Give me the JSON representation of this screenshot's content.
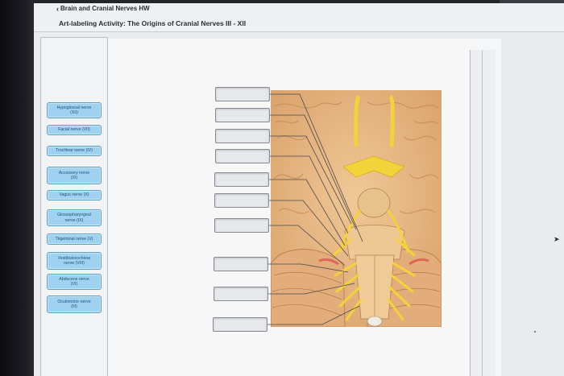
{
  "header": {
    "back_icon": "chevron-left-icon",
    "back_label": "Brain and Cranial Nerves HW",
    "title": "Art-labeling Activity: The Origins of Cranial Nerves III - XII"
  },
  "labels": [
    {
      "line1": "Hypoglossal nerve",
      "line2": "(XII)"
    },
    {
      "line1": "Facial nerve (VII)",
      "line2": ""
    },
    {
      "line1": "Trochlear nerve (IV)",
      "line2": ""
    },
    {
      "line1": "Accessory nerve",
      "line2": "(XI)"
    },
    {
      "line1": "Vagus nerve (X)",
      "line2": ""
    },
    {
      "line1": "Glossopharyngeal",
      "line2": "nerve (IX)"
    },
    {
      "line1": "Trigeminal nerve (V)",
      "line2": ""
    },
    {
      "line1": "Vestibulocochlear",
      "line2": "nerve (VIII)"
    },
    {
      "line1": "Abducens nerve",
      "line2": "(VI)"
    },
    {
      "line1": "Oculomotor nerve",
      "line2": "(III)"
    }
  ],
  "drop_targets_count_label": "",
  "colors": {
    "label_fill": "#9fd2f0",
    "label_border": "#5d9fc6",
    "label_text": "#1f4e79",
    "target_fill": "#e6e8eb",
    "brain_tissue": "#e3b27c",
    "nerve": "#f3d23a"
  },
  "icons": {
    "back": "chevron-left-icon",
    "cursor": "mouse-pointer-icon"
  }
}
